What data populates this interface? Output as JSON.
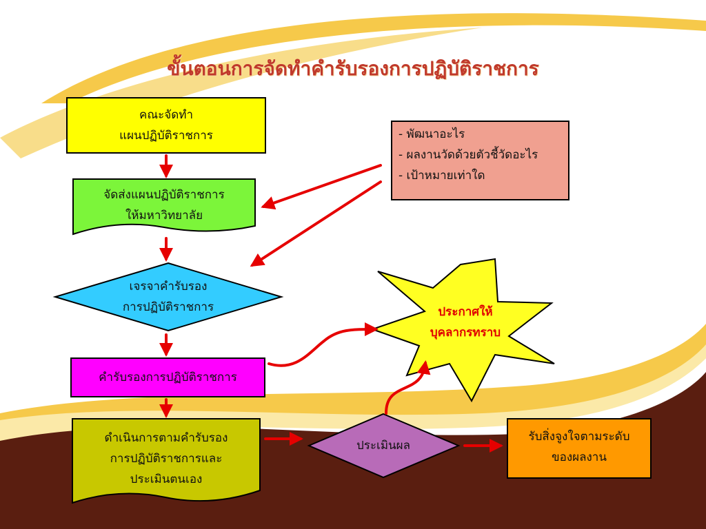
{
  "title": "ขั้นตอนการจัดทำคำรับรองการปฏิบัติราชการ",
  "nodes": {
    "committee": {
      "line1": "คณะจัดทำ",
      "line2": "แผนปฏิบัติราชการ"
    },
    "send_plan": {
      "line1": "จัดส่งแผนปฏิบัติราชการ",
      "line2": "ให้มหาวิทยาลัย"
    },
    "negotiate": {
      "line1": "เจรจาคำรับรอง",
      "line2": "การปฏิบัติราชการ"
    },
    "agreement": {
      "line1": "คำรับรองการปฏิบัติราชการ"
    },
    "execute": {
      "line1": "ดำเนินการตามคำรับรอง",
      "line2": "การปฏิบัติราชการและ",
      "line3": "ประเมินตนเอง"
    },
    "evaluate": {
      "line1": "ประเมินผล"
    },
    "reward": {
      "line1": "รับสิ่งจูงใจตามระดับ",
      "line2": "ของผลงาน"
    },
    "announce": {
      "line1": "ประกาศให้",
      "line2": "บุคลากรทราบ"
    },
    "notes": {
      "line1": "- พัฒนาอะไร",
      "line2": "- ผลงานวัดด้วยตัวชี้วัดอะไร",
      "line3": "- เป้าหมายเท่าใด"
    }
  },
  "colors": {
    "committee": "#ffff00",
    "send_plan": "#7cf53a",
    "negotiate": "#33ccff",
    "agreement": "#ff00ff",
    "execute": "#c8c800",
    "evaluate": "#b86bb8",
    "reward": "#ff9900",
    "announce": "#ffff22",
    "notes": "#f0a090",
    "arrow": "#e60000",
    "title": "#c0392b"
  }
}
